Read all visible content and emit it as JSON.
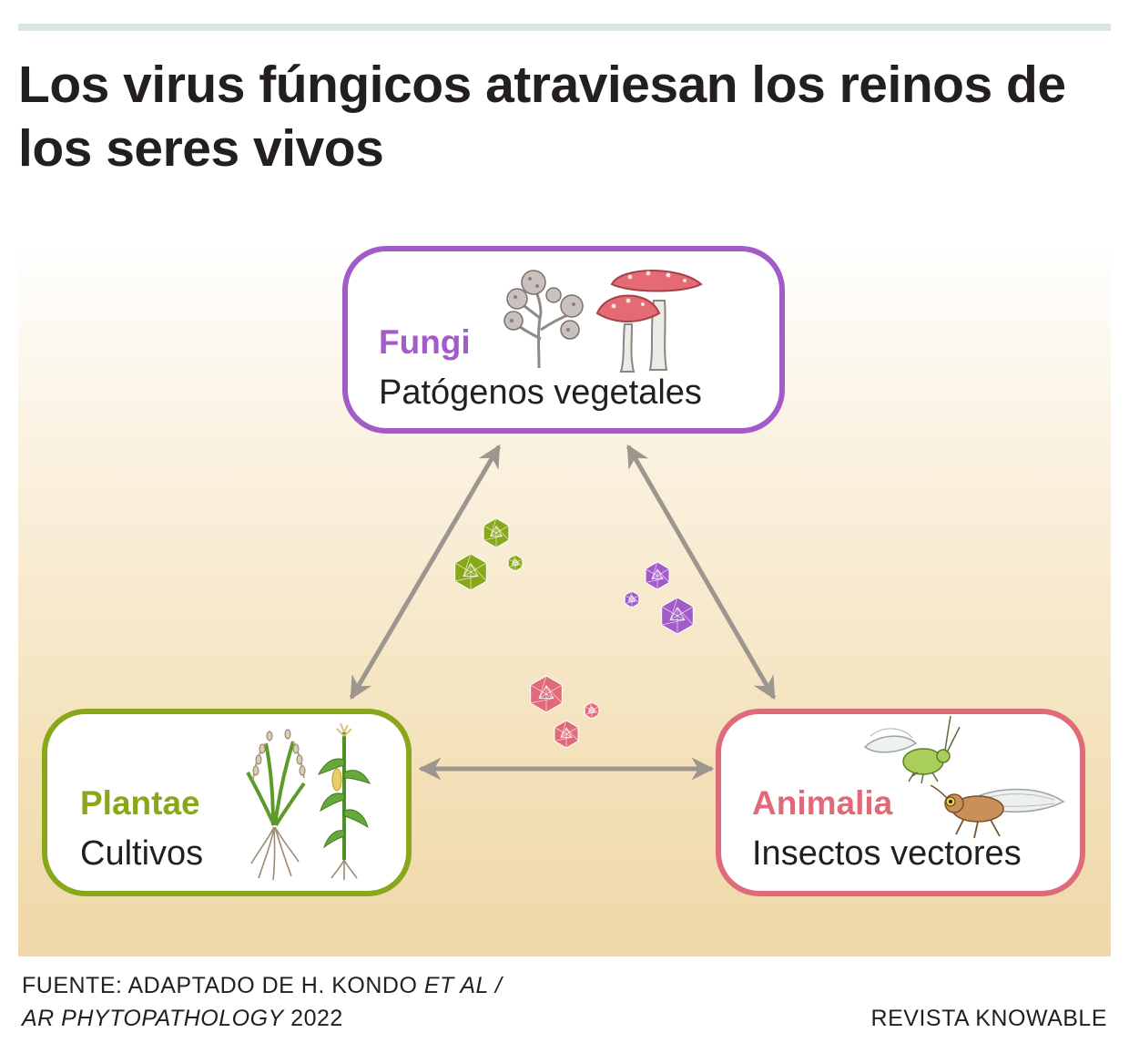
{
  "title": "Los virus fúngicos atraviesan los reinos de los seres vivos",
  "colors": {
    "fungi": "#a25bc9",
    "plantae": "#88a81a",
    "animalia": "#e06a7a",
    "arrow": "#9d968f"
  },
  "nodes": {
    "fungi": {
      "kingdom": "Fungi",
      "role": "Patógenos vegetales",
      "icons": [
        "mold-icon",
        "mushroom-icon"
      ]
    },
    "plantae": {
      "kingdom": "Plantae",
      "role": "Cultivos",
      "icons": [
        "rice-plant-icon",
        "corn-plant-icon"
      ]
    },
    "animalia": {
      "kingdom": "Animalia",
      "role": "Insectos vectores",
      "icons": [
        "aphid-icon",
        "leafhopper-icon"
      ]
    }
  },
  "links": [
    {
      "from": "fungi",
      "to": "plantae",
      "direction": "bidirectional"
    },
    {
      "from": "fungi",
      "to": "animalia",
      "direction": "bidirectional"
    },
    {
      "from": "plantae",
      "to": "animalia",
      "direction": "bidirectional"
    }
  ],
  "virus_particles": {
    "green": 3,
    "purple": 3,
    "pink": 3
  },
  "footer": {
    "source_prefix": "FUENTE: ADAPTADO DE H. KONDO ",
    "source_authors_italic": "ET AL /",
    "source_journal_italic": "AR PHYTOPATHOLOGY",
    "source_year": " 2022",
    "credit": "REVISTA KNOWABLE"
  }
}
